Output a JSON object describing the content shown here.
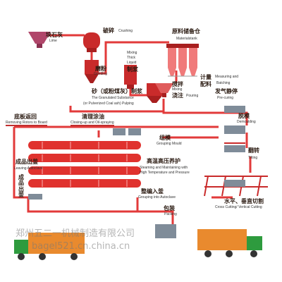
{
  "colors": {
    "flow_line": "#e23a3a",
    "equipment": "#c92b2b",
    "equipment_light": "#f07a7a",
    "autoclave": "#e0322e",
    "mould": "#7f8c99",
    "truck_cab": "#2e9b3e",
    "truck_box": "#e98a2e",
    "lime": "#b0466a"
  },
  "steps": {
    "lime": {
      "cn": "块石灰",
      "en": "Lime"
    },
    "crushing": {
      "cn": "破碎",
      "en": "Crushing"
    },
    "materials_tank": {
      "cn": "原料储备仓",
      "en": "Materialstank"
    },
    "mixing_thick": {
      "en_1": "Mixing",
      "en_2": "Thick",
      "en_3": "Liquid",
      "cn": "制浆"
    },
    "grinding": {
      "cn": "磨粉",
      "en": "Grinding"
    },
    "pulping": {
      "cn": "砂（或粉煤灰）制浆",
      "en_1": "The Granulated Substance",
      "en_2": "(or Pulverized Coal ash) Pulping"
    },
    "measuring": {
      "cn_1": "计量",
      "cn_2": "配料",
      "en_1": "Measuring and",
      "en_2": "Batching"
    },
    "mixing_pouring": {
      "cn_1": "搅拌",
      "en_1": "Mixing",
      "cn_2": "浇注",
      "en_2": "Pouring"
    },
    "pre_curing": {
      "cn": "发气静停",
      "en": "Pre-curing"
    },
    "removing_rotors": {
      "cn": "底板返回",
      "en": "Removing Rotors to Board"
    },
    "closing_oil": {
      "cn": "清理涂油",
      "en": "Closing-up and Oil-spraying"
    },
    "demoulding": {
      "cn": "脱模",
      "en": "Demoulding"
    },
    "grouping_mould": {
      "cn": "组模",
      "en": "Grouping Mould"
    },
    "leaving_autoclave": {
      "cn": "成品出釜",
      "en": "Leaving Autoclave"
    },
    "steaming": {
      "cn": "高温高压养护",
      "en_1": "Steaming and Maintaining with",
      "en_2": "High Temperature and Pressure"
    },
    "tilting": {
      "cn": "翻转",
      "en": "Tilting"
    },
    "finished_out": {
      "cn": "成品出釜"
    },
    "grouping_autoclave": {
      "cn": "整编入釜",
      "en": "Grouping into Autoclave"
    },
    "cross_cutting": {
      "cn": "水平、垂直切割",
      "en": "Cross Cutting/ Vertical Cutting"
    },
    "packing": {
      "cn": "包装",
      "en": "Packing"
    }
  },
  "watermark": {
    "line1": "郑州五二一机械制造有限公司",
    "line2": "bagel521.cn.china.cn"
  }
}
